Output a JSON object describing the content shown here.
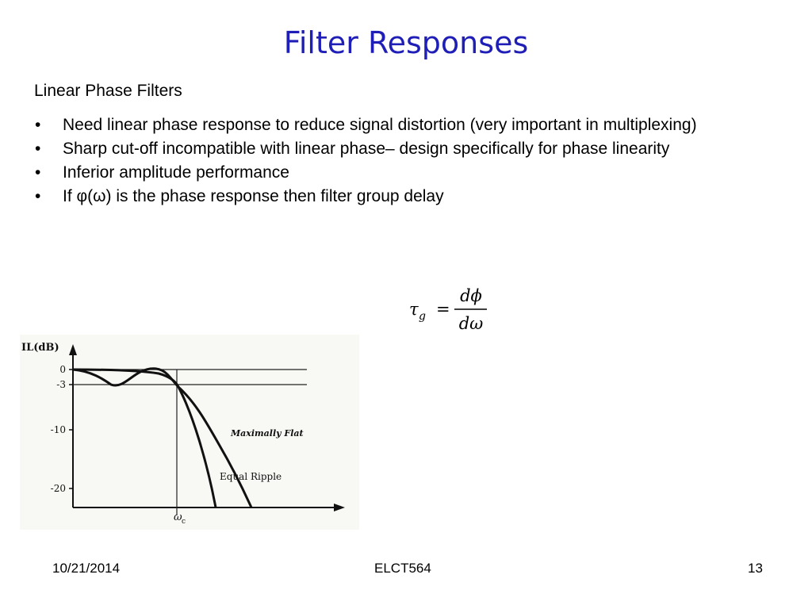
{
  "slide": {
    "title": "Filter Responses",
    "subtitle": "Linear Phase Filters",
    "bullets": [
      "Need linear phase response to reduce signal distortion (very important in multiplexing)",
      "Sharp cut-off incompatible with linear phase– design specifically for phase linearity",
      "Inferior amplitude performance",
      "If φ(ω) is the phase response then filter group delay"
    ],
    "bullet_glyph": "•"
  },
  "formula": {
    "lhs": "τ",
    "lhs_sub": "g",
    "equals": "=",
    "numerator": "dϕ",
    "denominator": "dω"
  },
  "figure": {
    "y_axis_label": "IL(dB)",
    "y_ticks": [
      "0",
      "-3",
      "-10",
      "-20"
    ],
    "x_label": "ω",
    "x_label_sub": "c",
    "curve_labels": [
      "Maximally Flat",
      "Equal Ripple"
    ]
  },
  "footer": {
    "date": "10/21/2014",
    "course": "ELCT564",
    "page": "13"
  },
  "colors": {
    "title": "#1f1fb8",
    "figure_background": "#f8f8f4"
  }
}
